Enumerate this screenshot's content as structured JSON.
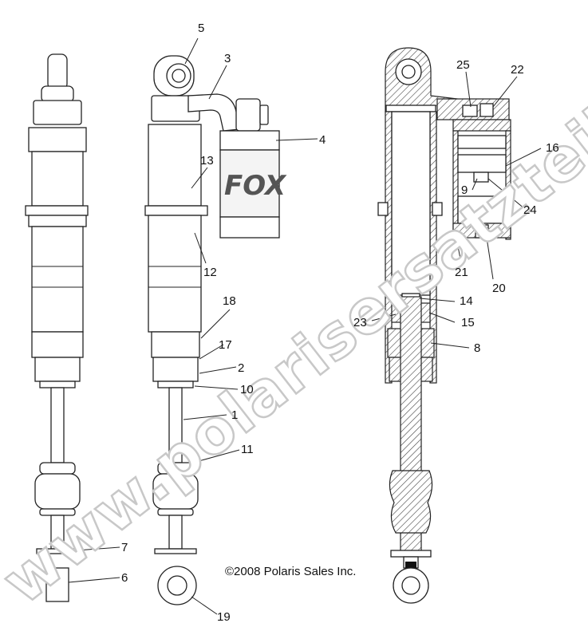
{
  "watermark": "www.polarisersatzteile.de",
  "copyright": "©2008 Polaris Sales Inc.",
  "canister_label": "FOX",
  "callouts": [
    "1",
    "2",
    "3",
    "4",
    "5",
    "6",
    "7",
    "8",
    "9",
    "10",
    "11",
    "12",
    "13",
    "14",
    "15",
    "16",
    "17",
    "18",
    "19",
    "20",
    "21",
    "22",
    "23",
    "24",
    "25"
  ]
}
